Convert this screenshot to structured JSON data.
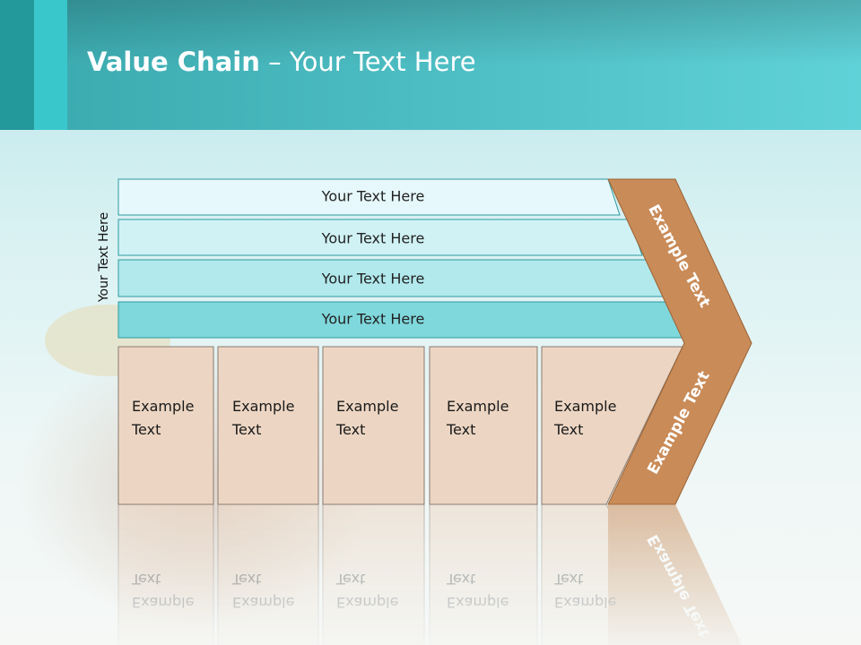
{
  "title": {
    "bold": "Value Chain",
    "rest": " – Your Text Here"
  },
  "side_label": "Your Text Here",
  "bars": [
    {
      "label": "Your Text Here",
      "color": "#e6f8fb"
    },
    {
      "label": "Your Text Here",
      "color": "#d0f2f5"
    },
    {
      "label": "Your Text Here",
      "color": "#b2e9ed"
    },
    {
      "label": "Your Text Here",
      "color": "#7fd8dc"
    }
  ],
  "activities": [
    {
      "line1": "Example",
      "line2": "Text"
    },
    {
      "line1": "Example",
      "line2": "Text"
    },
    {
      "line1": "Example",
      "line2": "Text"
    },
    {
      "line1": "Example",
      "line2": "Text"
    },
    {
      "line1": "Example",
      "line2": "Text"
    }
  ],
  "chevron": {
    "top_label": "Example Text",
    "bottom_label": "Example Text"
  },
  "colors": {
    "header_left": "#2a8f93",
    "header_right": "#5cd0d6",
    "accent_dark": "#24999c",
    "accent_light": "#39c7cc",
    "bar_stroke": "#2d9aa0",
    "box_fill": "#ecd6c3",
    "box_stroke": "#8a7a70",
    "chevron_fill": "#c98b58",
    "chevron_stroke": "#9a6335"
  }
}
